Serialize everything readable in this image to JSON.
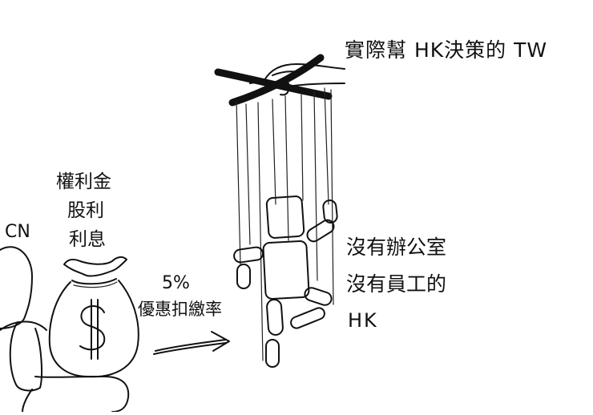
{
  "labels": {
    "tw_control": "實際幫 HK決策的 TW",
    "royalty": "權利金",
    "dividend": "股利",
    "interest": "利息",
    "cn": "CN",
    "rate": "5%",
    "preferential_rate": "優惠扣繳率",
    "hk_no_office": "沒有辦公室",
    "hk_no_staff": "沒有員工的",
    "hk": "HK"
  },
  "icons": {
    "money_bag": "money-bag-icon",
    "dollar": "dollar-sign-icon",
    "arrow": "right-arrow-icon",
    "puppet": "marionette-icon",
    "hand": "controlling-hand-icon",
    "person": "person-outline-icon"
  },
  "colors": {
    "ink": "#111111",
    "background": "#ffffff"
  }
}
